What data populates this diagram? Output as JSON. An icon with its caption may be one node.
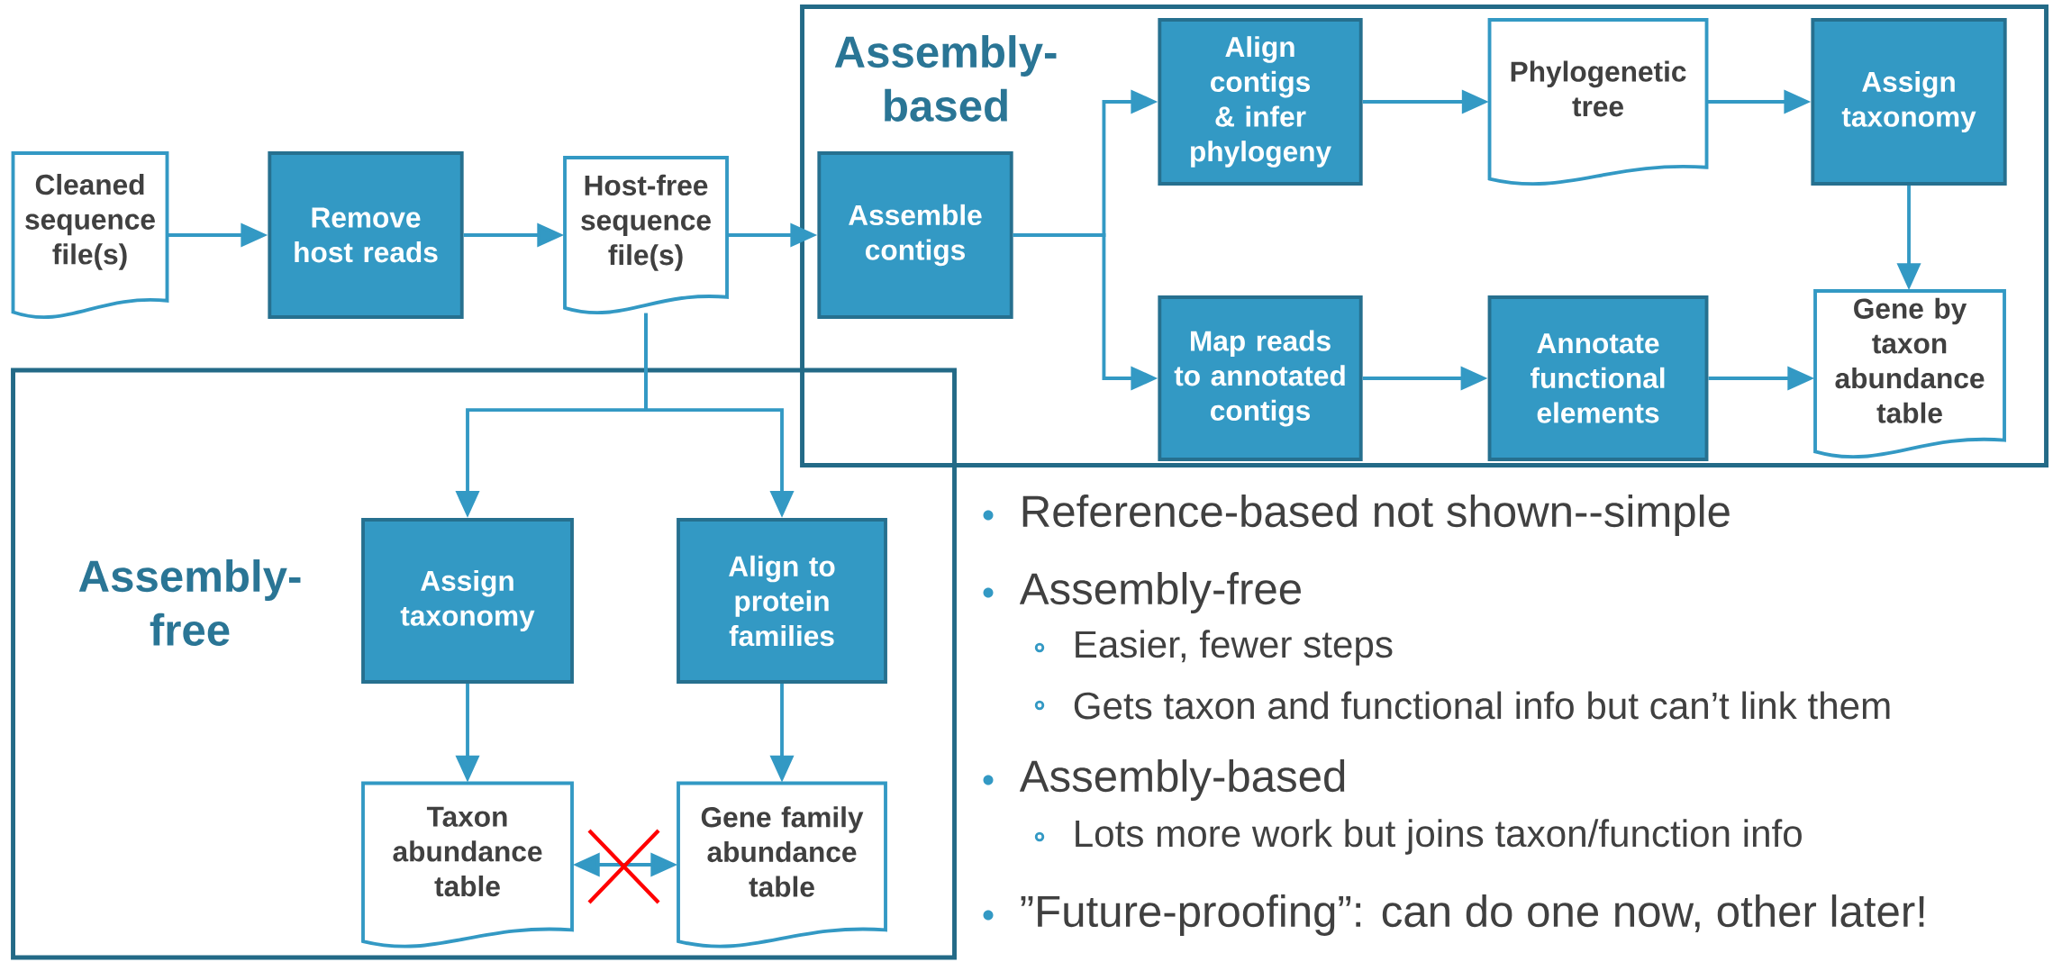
{
  "diagram": {
    "nodes": [
      {
        "text": [
          "Cleaned sequence file(s)"
        ]
      },
      {
        "text": [
          "Remove host reads"
        ]
      },
      {
        "text": [
          "Host-free sequence file(s)"
        ]
      },
      {
        "text": [
          "Assembly-based"
        ]
      },
      {
        "text": [
          "Assemble contigs"
        ],
        "in": 3
      },
      {
        "text": [
          "Align contigs & infer phylogeny"
        ],
        "in": 3
      },
      {
        "text": [
          "Phylogenetic tree"
        ],
        "in": 3
      },
      {
        "text": [
          "Assign taxonomy"
        ],
        "in": 3
      },
      {
        "text": [
          "Map reads to annotated contigs"
        ],
        "in": 3
      },
      {
        "text": [
          "Annotate functional elements"
        ],
        "in": 3
      },
      {
        "text": [
          "Gene by taxon abundance table"
        ],
        "in": 3
      },
      {
        "text": [
          "Assembly-free"
        ]
      },
      {
        "text": [
          "Assign taxonomy"
        ],
        "in": 11
      },
      {
        "text": [
          "Align to protein families"
        ],
        "in": 11
      },
      {
        "text": [
          "Taxon abundance table"
        ],
        "in": 11
      },
      {
        "text": [
          "Gene family abundance table"
        ],
        "in": 11
      }
    ],
    "edges": [
      {
        "from": 0,
        "to": 1,
        "arrow": "to"
      },
      {
        "from": 1,
        "to": 2,
        "arrow": "to"
      },
      {
        "from": 2,
        "to": 4,
        "arrow": "to"
      },
      {
        "from": 4,
        "to": 5,
        "arrow": "to"
      },
      {
        "from": 4,
        "to": 8,
        "arrow": "to"
      },
      {
        "from": 5,
        "to": 6,
        "arrow": "to"
      },
      {
        "from": 6,
        "to": 7,
        "arrow": "to"
      },
      {
        "from": 7,
        "to": 10,
        "arrow": "to"
      },
      {
        "from": 8,
        "to": 9,
        "arrow": "to"
      },
      {
        "from": 9,
        "to": 10,
        "arrow": "to"
      },
      {
        "from": 2,
        "to": 12,
        "arrow": "to"
      },
      {
        "from": 2,
        "to": 13,
        "arrow": "to"
      },
      {
        "from": 12,
        "to": 14,
        "arrow": "to"
      },
      {
        "from": 13,
        "to": 15,
        "arrow": "to"
      },
      {
        "from": 14,
        "to": 15,
        "arrow": "both"
      }
    ],
    "labels": [
      "Reference-based not shown--simple",
      "Assembly-free",
      "Easier, fewer steps",
      "Gets taxon and functional info but can’t link them",
      "Assembly-based",
      "Lots more work but joins taxon/function info",
      "”Future-proofing”: can do one now, other later!"
    ]
  }
}
